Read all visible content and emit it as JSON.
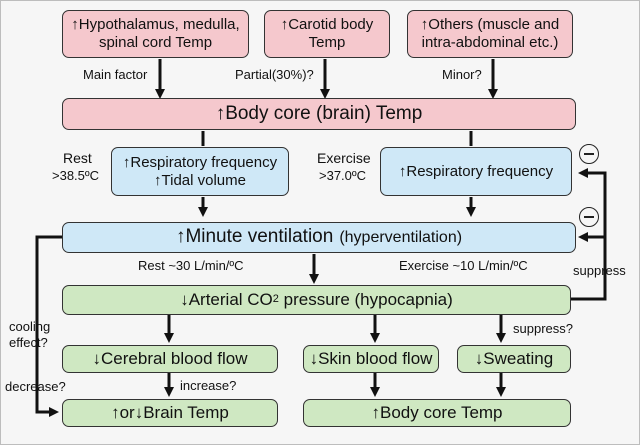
{
  "top_boxes": {
    "hypothalamus": [
      "↑Hypothalamus, medulla,",
      "spinal cord Temp"
    ],
    "carotid": [
      "↑Carotid body",
      "Temp"
    ],
    "others": [
      "↑Others (muscle and",
      "intra-abdominal etc.)"
    ]
  },
  "top_labels": {
    "main_factor": "Main factor",
    "partial": "Partial(30%)?",
    "minor": "Minor?"
  },
  "core_temp": "↑Body core (brain) Temp",
  "rest": {
    "label": "Rest",
    "threshold": ">38.5ºC",
    "box_line1": "↑Respiratory frequency",
    "box_line2": "↑Tidal volume"
  },
  "exercise": {
    "label": "Exercise",
    "threshold": ">37.0ºC",
    "box": "↑Respiratory frequency"
  },
  "minute_ventilation": {
    "main": "↑Minute ventilation",
    "paren": "(hyperventilation)"
  },
  "sensitivity": {
    "rest": "Rest ~30 L/min/ºC",
    "exercise": "Exercise ~10 L/min/ºC"
  },
  "arterial_co2": {
    "prefix": "↓Arterial CO",
    "sub": "2",
    "suffix": " pressure (hypocapnia)"
  },
  "suppress": "suppress",
  "suppress_q": "suppress?",
  "cooling": [
    "cooling",
    "effect?"
  ],
  "decrease_q": "decrease?",
  "increase_q": "increase?",
  "effects": {
    "cerebral": "↓Cerebral blood flow",
    "skin": "↓Skin blood flow",
    "sweating": "↓Sweating"
  },
  "outcomes": {
    "brain": "↑or↓Brain Temp",
    "body": "↑Body core Temp"
  },
  "colors": {
    "pink": "#f5c8cd",
    "blue": "#cfe8f7",
    "green": "#cfe8c2",
    "line": "#111111"
  }
}
